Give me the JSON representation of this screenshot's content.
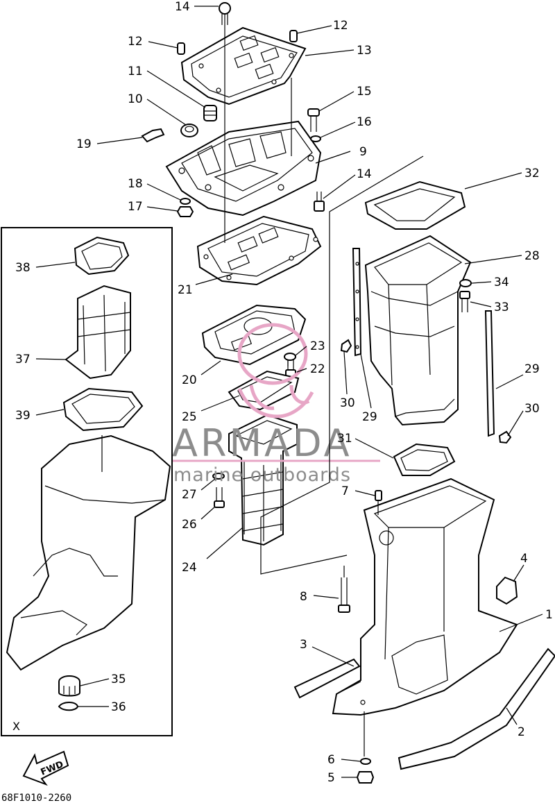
{
  "diagram": {
    "callouts": [
      "14",
      "12",
      "12",
      "13",
      "11",
      "15",
      "10",
      "16",
      "19",
      "9",
      "14",
      "32",
      "18",
      "17",
      "38",
      "28",
      "34",
      "21",
      "33",
      "37",
      "23",
      "20",
      "22",
      "29",
      "39",
      "30",
      "29",
      "30",
      "25",
      "31",
      "27",
      "7",
      "26",
      "4",
      "24",
      "8",
      "1",
      "3",
      "35",
      "36",
      "2",
      "6",
      "5"
    ],
    "inset_box_label": "X",
    "fwd_label": "FWD",
    "diagram_code": "68F1010-2260"
  },
  "watermark": {
    "brand": "ARMADA",
    "tagline": "marine outboards",
    "accent_color": "#e7a6c6"
  },
  "colors": {
    "line": "#000000",
    "background": "#ffffff",
    "watermark_text": "#8c8c8c"
  }
}
